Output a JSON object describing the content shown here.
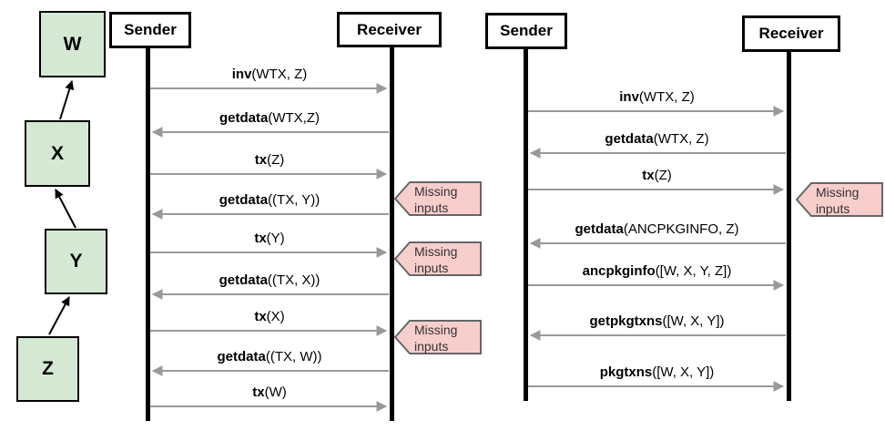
{
  "chain": {
    "nodes": [
      "W",
      "X",
      "Y",
      "Z"
    ]
  },
  "diagrams": [
    {
      "sender_label": "Sender",
      "receiver_label": "Receiver",
      "messages": [
        {
          "fn": "inv",
          "args": "(WTX, Z)",
          "dir": "right"
        },
        {
          "fn": "getdata",
          "args": "(WTX,Z)",
          "dir": "left"
        },
        {
          "fn": "tx",
          "args": "(Z)",
          "dir": "right",
          "annotation": "Missing inputs"
        },
        {
          "fn": "getdata",
          "args": "((TX, Y))",
          "dir": "left"
        },
        {
          "fn": "tx",
          "args": "(Y)",
          "dir": "right",
          "annotation": "Missing inputs"
        },
        {
          "fn": "getdata",
          "args": "((TX, X))",
          "dir": "left"
        },
        {
          "fn": "tx",
          "args": "(X)",
          "dir": "right",
          "annotation": "Missing inputs"
        },
        {
          "fn": "getdata",
          "args": "((TX, W))",
          "dir": "left"
        },
        {
          "fn": "tx",
          "args": "(W)",
          "dir": "right"
        }
      ]
    },
    {
      "sender_label": "Sender",
      "receiver_label": "Receiver",
      "messages": [
        {
          "fn": "inv",
          "args": "(WTX, Z)",
          "dir": "right"
        },
        {
          "fn": "getdata",
          "args": "(WTX, Z)",
          "dir": "left"
        },
        {
          "fn": "tx",
          "args": "(Z)",
          "dir": "right",
          "annotation": "Missing inputs"
        },
        {
          "fn": "getdata",
          "args": "(ANCPKGINFO, Z)",
          "dir": "left"
        },
        {
          "fn": "ancpkginfo",
          "args": "([W, X, Y, Z])",
          "dir": "right"
        },
        {
          "fn": "getpkgtxns",
          "args": "([W, X, Y])",
          "dir": "left"
        },
        {
          "fn": "pkgtxns",
          "args": "([W, X, Y])",
          "dir": "right"
        }
      ]
    }
  ],
  "callout": {
    "label": "Missing inputs"
  },
  "colors": {
    "node_fill": "#d5e8d4",
    "node_border": "#000000",
    "callout_fill": "#f8cecc",
    "callout_border": "#666666",
    "arrow": "#999999",
    "lifeline": "#000000",
    "text": "#000000"
  }
}
